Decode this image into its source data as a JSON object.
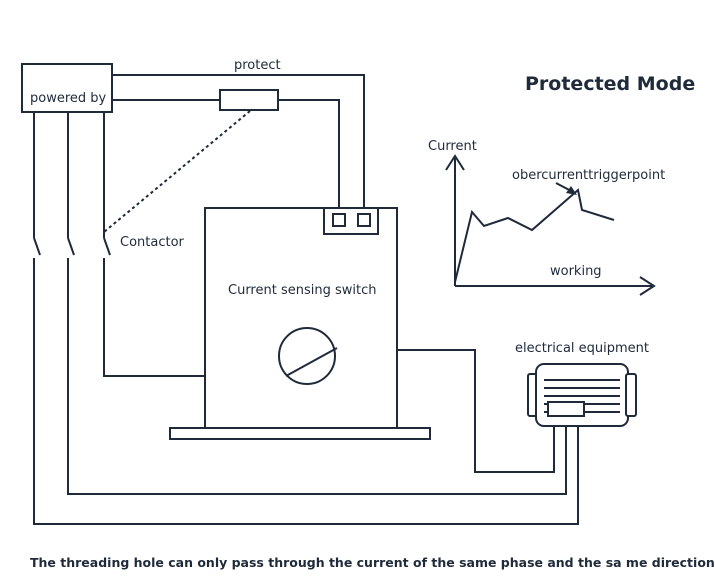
{
  "title": "Protected Mode",
  "labels": {
    "powered_by": "powered by",
    "protect": "protect",
    "contactor": "Contactor",
    "current_sensing_switch": "Current sensing switch",
    "electrical_equipment": "electrical equipment"
  },
  "graph": {
    "y_axis_label": "Current",
    "x_axis_label": "working",
    "trigger_label": "obercurrenttriggerpoint"
  },
  "caption": "The threading hole can only pass through the current of the same phase and the sa me direction",
  "colors": {
    "line": "#1f2a3a",
    "background": "#ffffff"
  }
}
